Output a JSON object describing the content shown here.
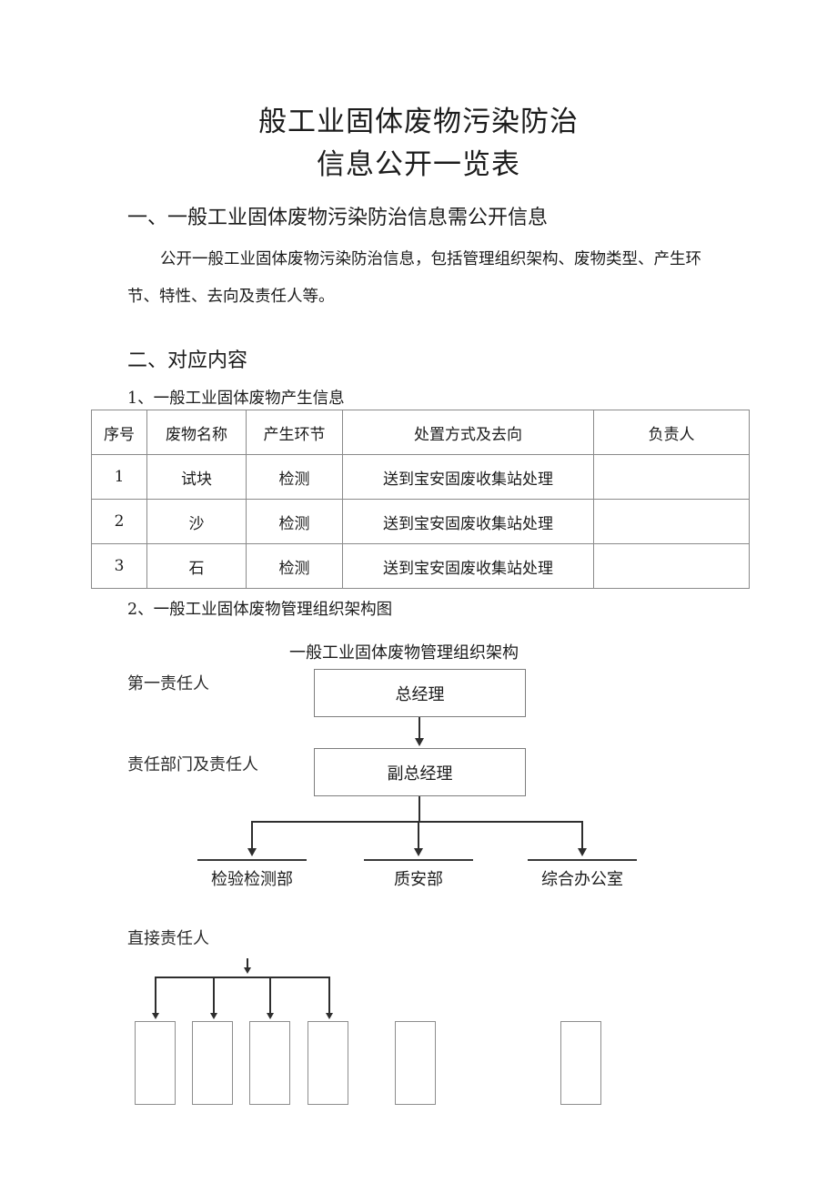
{
  "document": {
    "title_line_1": "般工业固体废物污染防治",
    "title_line_2": "信息公开一览表"
  },
  "sections": {
    "section_1": {
      "heading": "一、一般工业固体废物污染防治信息需公开信息",
      "paragraph": "公开一般工业固体废物污染防治信息，包括管理组织架构、废物类型、产生环节、特性、去向及责任人等。"
    },
    "section_2": {
      "heading": "二、对应内容",
      "subsection_1_heading": "1、一般工业固体废物产生信息",
      "subsection_2_heading": "2、一般工业固体废物管理组织架构图"
    }
  },
  "waste_table": {
    "headers": [
      "序号",
      "废物名称",
      "产生环节",
      "处置方式及去向",
      "负责人"
    ],
    "rows": [
      {
        "no": "1",
        "name": "试块",
        "stage": "检测",
        "disposal": "送到宝安固废收集站处理",
        "owner": ""
      },
      {
        "no": "2",
        "name": "沙",
        "stage": "检测",
        "disposal": "送到宝安固废收集站处理",
        "owner": ""
      },
      {
        "no": "3",
        "name": "石",
        "stage": "检测",
        "disposal": "送到宝安固废收集站处理",
        "owner": ""
      }
    ]
  },
  "org_chart": {
    "title": "一般工业固体废物管理组织架构",
    "row_labels": {
      "first_responsible": "第一责任人",
      "responsible_departments": "责任部门及责任人",
      "direct_responsible": "直接责任人"
    },
    "nodes": {
      "general_manager": "总经理",
      "deputy_general_manager": "副总经理"
    },
    "departments": [
      "检验检测部",
      "质安部",
      "综合办公室"
    ],
    "direct_boxes": [
      "",
      "",
      "",
      "",
      "",
      ""
    ]
  },
  "colors": {
    "text": "#1c1c1c",
    "line": "#2e2e2e",
    "box_border": "#7d7d7d",
    "table_border": "#8a8a8a",
    "background": "#ffffff"
  }
}
